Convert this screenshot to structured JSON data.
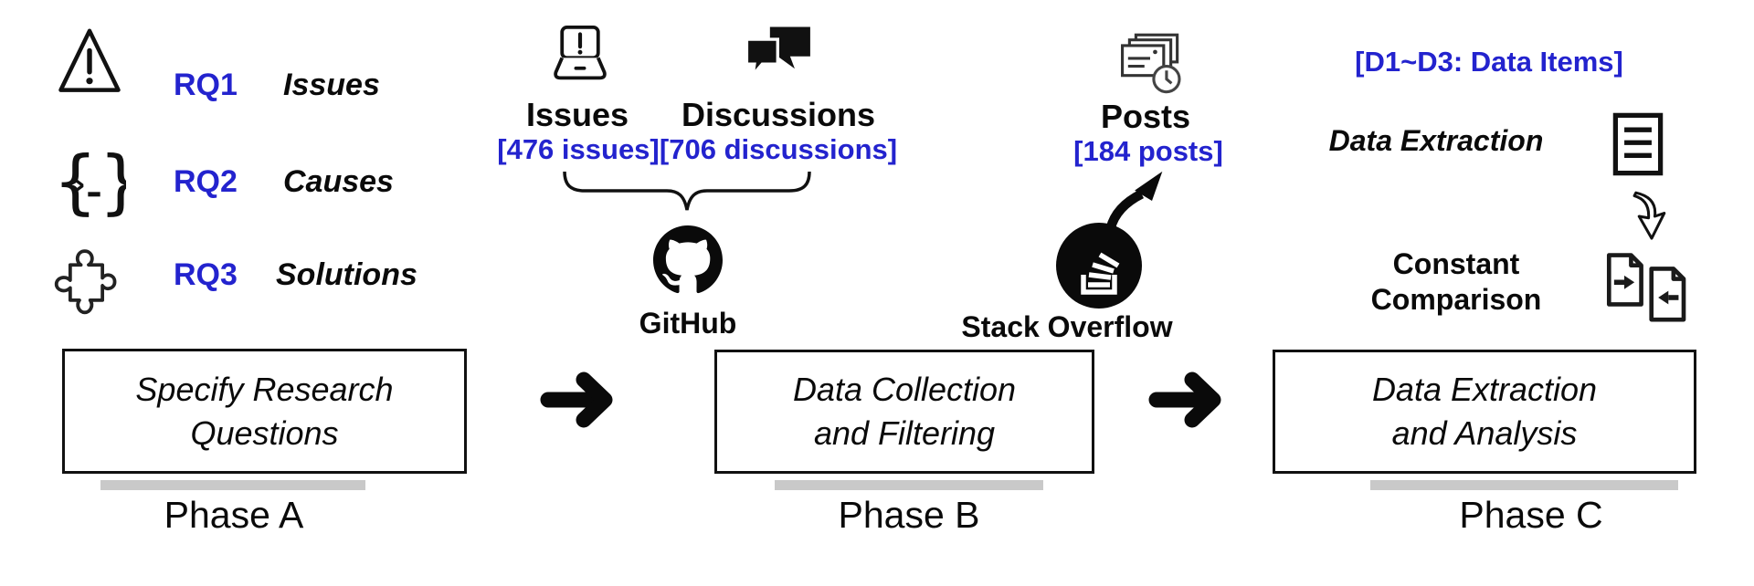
{
  "colors": {
    "blue": "#2323CE",
    "black": "#0a0a0a",
    "gray_bar": "#C9C9C9"
  },
  "phase_a": {
    "research_questions": [
      {
        "id": "RQ1",
        "topic": "Issues",
        "icon": "warning-triangle-icon"
      },
      {
        "id": "RQ2",
        "topic": "Causes",
        "icon": "code-prompt-icon"
      },
      {
        "id": "RQ3",
        "topic": "Solutions",
        "icon": "puzzle-piece-icon"
      }
    ],
    "box": {
      "line1": "Specify Research",
      "line2": "Questions"
    },
    "phase_label": "Phase A"
  },
  "phase_b": {
    "sources": [
      {
        "title": "Issues",
        "count": "[476 issues]",
        "icon": "laptop-alert-icon"
      },
      {
        "title": "Discussions",
        "count": "[706 discussions]",
        "icon": "chat-bubbles-icon"
      },
      {
        "title": "Posts",
        "count": "[184 posts]",
        "icon": "posts-stack-icon"
      }
    ],
    "platforms": [
      {
        "name": "GitHub",
        "icon": "github-icon"
      },
      {
        "name": "Stack Overflow",
        "icon": "stack-overflow-icon"
      }
    ],
    "box": {
      "line1": "Data Collection",
      "line2": "and Filtering"
    },
    "phase_label": "Phase B"
  },
  "phase_c": {
    "data_items_note": "[D1~D3: Data Items]",
    "extraction_label": "Data Extraction",
    "comparison": {
      "line1": "Constant",
      "line2": "Comparison"
    },
    "box": {
      "line1": "Data Extraction",
      "line2": "and Analysis"
    },
    "phase_label": "Phase C"
  }
}
